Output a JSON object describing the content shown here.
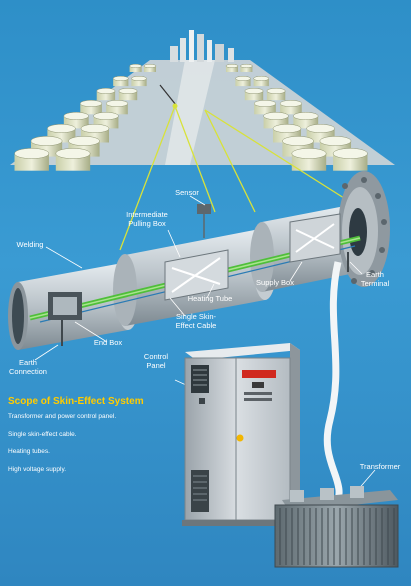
{
  "labels": {
    "sensor": "Sensor",
    "intermediate_pulling_box": "Intermediate Pulling Box",
    "welding": "Welding",
    "heating_tube": "Heating Tube",
    "supply_box": "Supply Box",
    "earth_terminal": "Earth Terminal",
    "single_skin_effect_cable": "Single Skin-Effect Cable",
    "end_box": "End Box",
    "earth_connection": "Earth Connection",
    "control_panel": "Control Panel",
    "transformer": "Transformer"
  },
  "scope": {
    "title": "Scope of Skin-Effect System",
    "items": [
      "Transformer and power control panel.",
      "Single skin-effect cable.",
      "Heating tubes.",
      "High voltage supply."
    ]
  },
  "colors": {
    "background": "#3a9bd3",
    "scope_title": "#ffcc00",
    "callout_lines": "#d8e23a",
    "cable_green": "#4fbf3a",
    "panel_logo_red": "#d0281e"
  }
}
